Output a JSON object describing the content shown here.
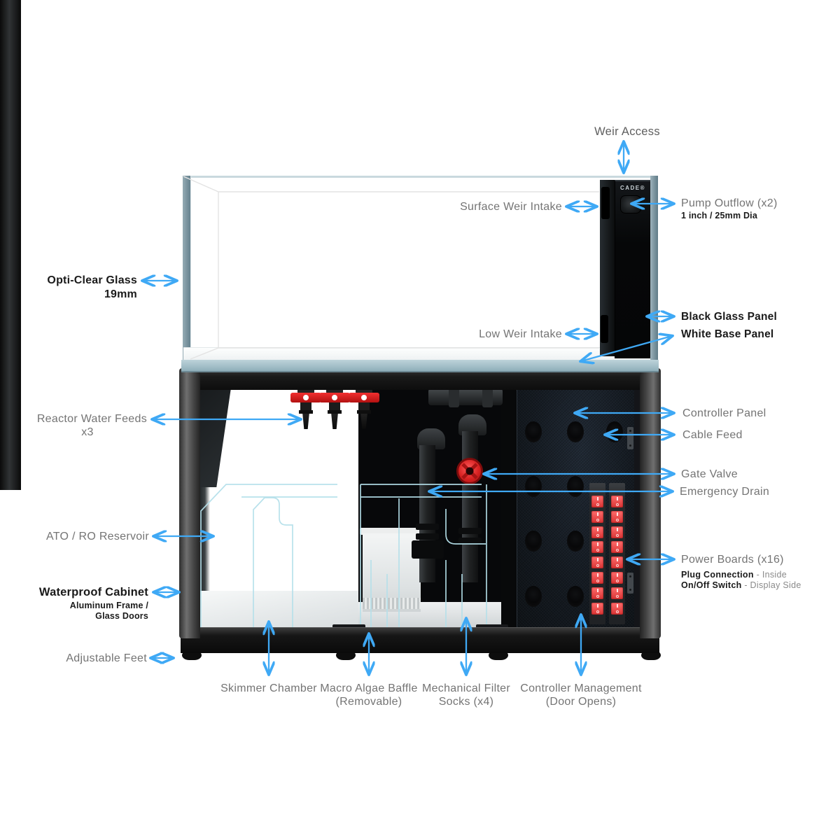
{
  "brand": "CADE®",
  "colors": {
    "arrow_blue": "#3fa9f5",
    "label_gray": "#747474",
    "label_dark": "#1a1a1a",
    "glass_edge_teal": "#66828e",
    "base_rim_teal": "#9fbcc6",
    "glass_line_cyan": "#b5e0ea",
    "valve_red": "#e02525",
    "switch_red": "#f05050"
  },
  "diagram": {
    "power_switch_total": 16,
    "reactor_feed_count": 3
  },
  "labels": {
    "weir_access": "Weir Access",
    "surface_weir_intake": "Surface Weir Intake",
    "pump_outflow": {
      "title": "Pump Outflow (x2)",
      "sub": "1 inch / 25mm Dia"
    },
    "opti_clear_glass": {
      "line1": "Opti-Clear Glass",
      "line2": "19mm"
    },
    "black_glass_panel": "Black Glass Panel",
    "white_base_panel": "White Base Panel",
    "low_weir_intake": "Low Weir Intake",
    "reactor_water_feeds": {
      "line1": "Reactor Water Feeds",
      "line2": "x3"
    },
    "controller_panel": "Controller Panel",
    "cable_feed": "Cable Feed",
    "gate_valve": "Gate Valve",
    "emergency_drain": "Emergency Drain",
    "ato_ro_reservoir": "ATO / RO Reservoir",
    "waterproof_cabinet": {
      "title": "Waterproof Cabinet",
      "sub1": "Aluminum Frame /",
      "sub2": "Glass Doors"
    },
    "adjustable_feet": "Adjustable Feet",
    "power_boards": {
      "title": "Power Boards (x16)",
      "row1_bold": "Plug Connection",
      "row1_rest": " - Inside",
      "row2_bold": "On/Off Switch",
      "row2_rest": " - Display Side"
    },
    "skimmer_chamber": {
      "line1": "Skimmer Chamber",
      "line2": ""
    },
    "macro_algae_baffle": {
      "line1": "Macro Algae Baffle",
      "line2": "(Removable)"
    },
    "mechanical_filter_socks": {
      "line1": "Mechanical Filter",
      "line2": "Socks (x4)"
    },
    "controller_management": {
      "line1": "Controller Management",
      "line2": "(Door Opens)"
    }
  }
}
